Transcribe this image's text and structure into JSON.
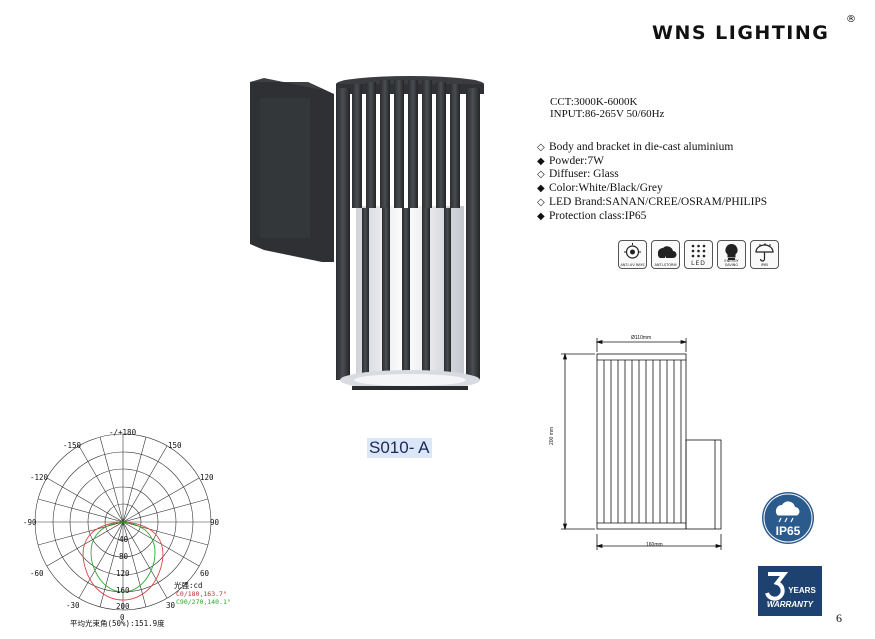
{
  "brand": {
    "name": "WNS LIGHTING",
    "registered": "®"
  },
  "specs": {
    "cct": "CCT:3000K-6000K",
    "input": "INPUT:86-265V 50/60Hz"
  },
  "features": [
    {
      "marker": "◇",
      "text": "Body and bracket in die-cast aluminium"
    },
    {
      "marker": "◆",
      "text": "Powder:7W"
    },
    {
      "marker": "◇",
      "text": "Diffuser: Glass"
    },
    {
      "marker": "◆",
      "text": "Color:White/Black/Grey"
    },
    {
      "marker": "◇",
      "text": "LED Brand:SANAN/CREE/OSRAM/PHILIPS"
    },
    {
      "marker": "◆",
      "text": "Protection class:IP65"
    }
  ],
  "cert_icons": [
    {
      "icon": "anti-uv-icon",
      "caption": "ANTI-UV RAYS"
    },
    {
      "icon": "anti-storm-icon",
      "caption": "ANTI-STORM"
    },
    {
      "icon": "led-icon",
      "caption": "LED"
    },
    {
      "icon": "energy-saving-icon",
      "caption": "ENERGY SAVING"
    },
    {
      "icon": "ip65-icon",
      "caption": "IP65"
    }
  ],
  "model": "S010- A",
  "dimensions": {
    "top_width": "Ø110mm",
    "height": "200 mm",
    "depth": "160mm"
  },
  "badges": {
    "ip": "IP65",
    "warranty_years": "3",
    "warranty_years_label": "YEARS",
    "warranty_label": "WARRANTY"
  },
  "polar": {
    "angle_labels": {
      "a180": "-/+180",
      "a150n": "-150",
      "a150": "150",
      "a120n": "-120",
      "a120": "120",
      "a90n": "-90",
      "a90": "90",
      "a60n": "-60",
      "a60": "60",
      "a30n": "-30",
      "a30": "30",
      "a0": "0"
    },
    "radial_labels": [
      "40",
      "80",
      "120",
      "160",
      "200"
    ],
    "unit": "光强:cd",
    "c0": "C0/180,163.7°",
    "c90": "C90/270,140.1°",
    "beam_angle": "平均光束角(50%):151.9度"
  },
  "page_number": "6"
}
